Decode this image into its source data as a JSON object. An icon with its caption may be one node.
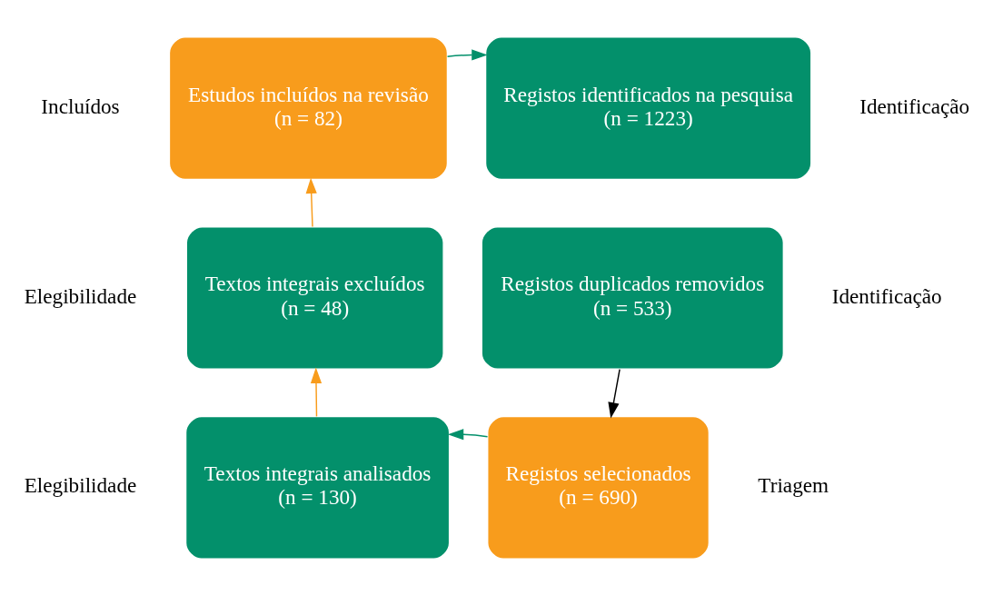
{
  "diagram": {
    "nodes": [
      {
        "text": [
          "Registos identificados na pesquisa",
          "(n = 1223)"
        ]
      },
      {
        "text": [
          "Registos duplicados removidos",
          "(n = 533)"
        ]
      },
      {
        "text": [
          "Registos selecionados",
          "(n = 690)"
        ]
      },
      {
        "text": [
          "Textos integrais analisados",
          "(n = 130)"
        ]
      },
      {
        "text": [
          "Textos integrais excluídos",
          "(n = 48)"
        ]
      },
      {
        "text": [
          "Estudos incluídos na revisão",
          "(n = 82)"
        ]
      }
    ],
    "edges": [
      {
        "from": 1,
        "to": 2,
        "arrow": "to",
        "color": "#000000"
      },
      {
        "from": 2,
        "to": 3,
        "arrow": "to",
        "color": "#03906b"
      },
      {
        "from": 3,
        "to": 4,
        "arrow": "to",
        "color": "#f89c1c"
      },
      {
        "from": 4,
        "to": 5,
        "arrow": "to",
        "color": "#f89c1c"
      },
      {
        "from": 5,
        "to": 0,
        "arrow": "to",
        "color": "#03906b"
      }
    ],
    "labels": [
      "Incluídos",
      "Identificação",
      "Elegibilidade",
      "Identificação",
      "Elegibilidade",
      "Triagem"
    ]
  }
}
